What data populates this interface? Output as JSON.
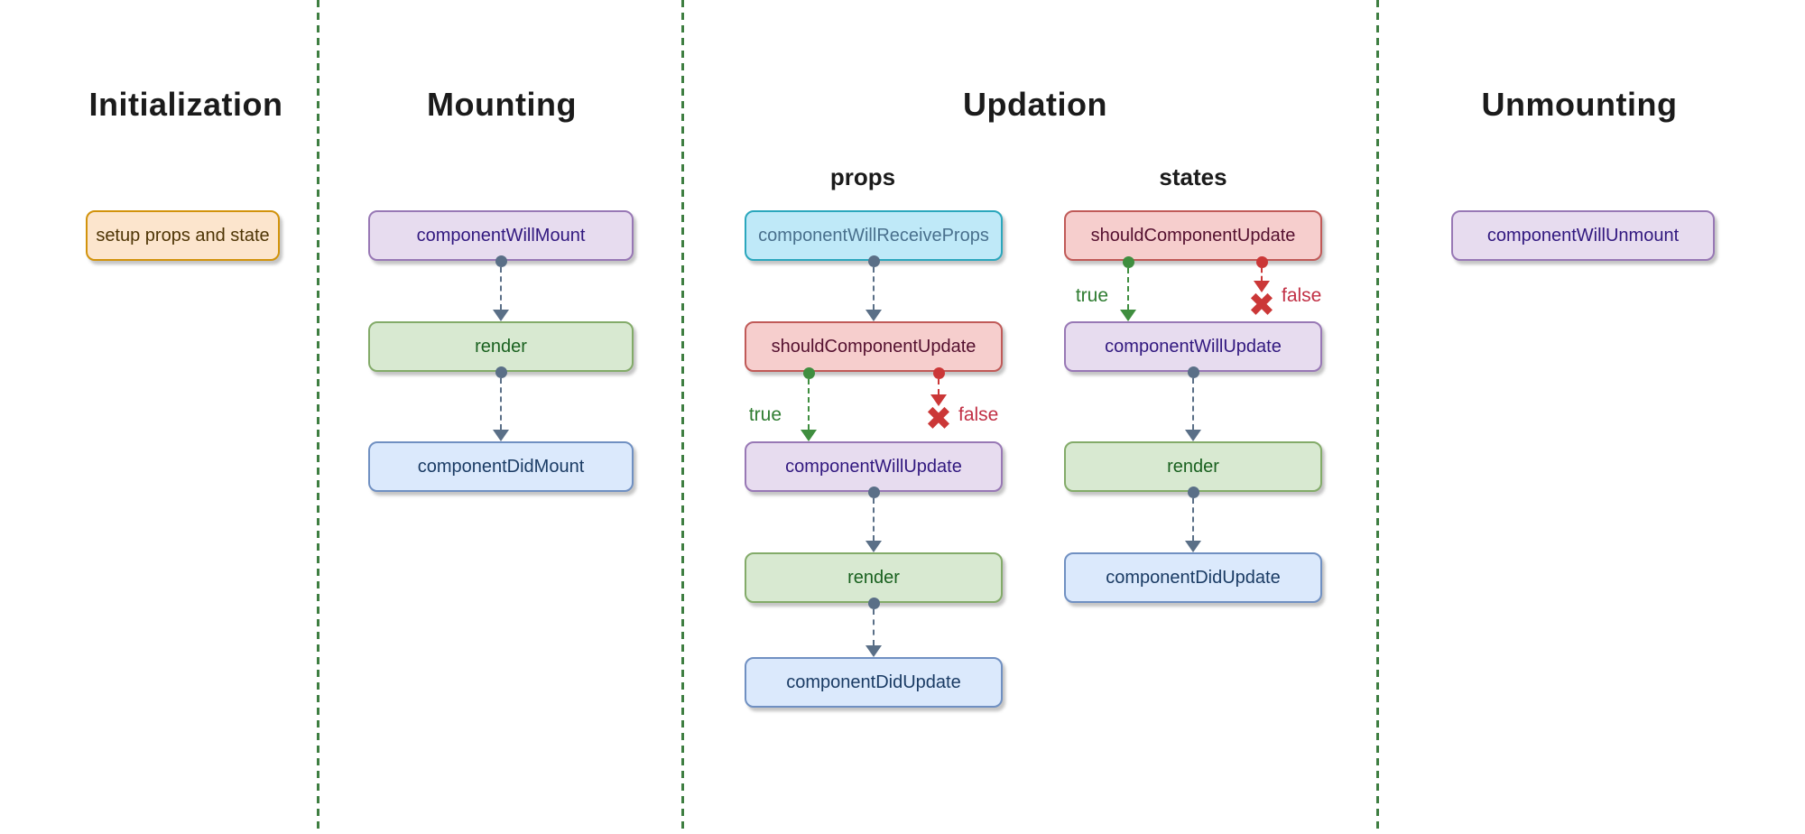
{
  "colors": {
    "separator": "#3e7e41",
    "title_text": "#1b1b1b",
    "arrow_slate": "#5a6f87",
    "branch_true_arrow": "#3f8e3f",
    "branch_true_text": "#2f7d31",
    "branch_false_arrow": "#cb3737",
    "branch_false_text": "#c12f44",
    "orange_fill": "#fce5cd",
    "orange_border": "#d2930c",
    "orange_text": "#4e3505",
    "purple_fill": "#e7dcef",
    "purple_border": "#9878b5",
    "purple_text": "#31187f",
    "green_fill": "#d8e9d1",
    "green_border": "#83ab69",
    "green_text": "#19611f",
    "blue_fill": "#dbe9fc",
    "blue_border": "#7090c2",
    "blue_text": "#1a3b64",
    "cyan_fill": "#bfe9f8",
    "cyan_border": "#2ba7bd",
    "cyan_text": "#49708d",
    "red_fill": "#f6cecd",
    "red_border": "#c05a58",
    "red_text": "#54102f"
  },
  "icons": {
    "false_cross": "✖"
  },
  "phases": {
    "initialization": {
      "title": "Initialization",
      "nodes": {
        "setup": "setup props and state"
      }
    },
    "mounting": {
      "title": "Mounting",
      "nodes": {
        "component_will_mount": "componentWillMount",
        "render": "render",
        "component_did_mount": "componentDidMount"
      }
    },
    "updation": {
      "title": "Updation",
      "subcolumns": {
        "props": {
          "header": "props",
          "nodes": {
            "component_will_receive_props": "componentWillReceiveProps",
            "should_component_update": "shouldComponentUpdate",
            "component_will_update": "componentWillUpdate",
            "render": "render",
            "component_did_update": "componentDidUpdate"
          },
          "branch": {
            "true_label": "true",
            "false_label": "false"
          }
        },
        "states": {
          "header": "states",
          "nodes": {
            "should_component_update": "shouldComponentUpdate",
            "component_will_update": "componentWillUpdate",
            "render": "render",
            "component_did_update": "componentDidUpdate"
          },
          "branch": {
            "true_label": "true",
            "false_label": "false"
          }
        }
      }
    },
    "unmounting": {
      "title": "Unmounting",
      "nodes": {
        "component_will_unmount": "componentWillUnmount"
      }
    }
  }
}
